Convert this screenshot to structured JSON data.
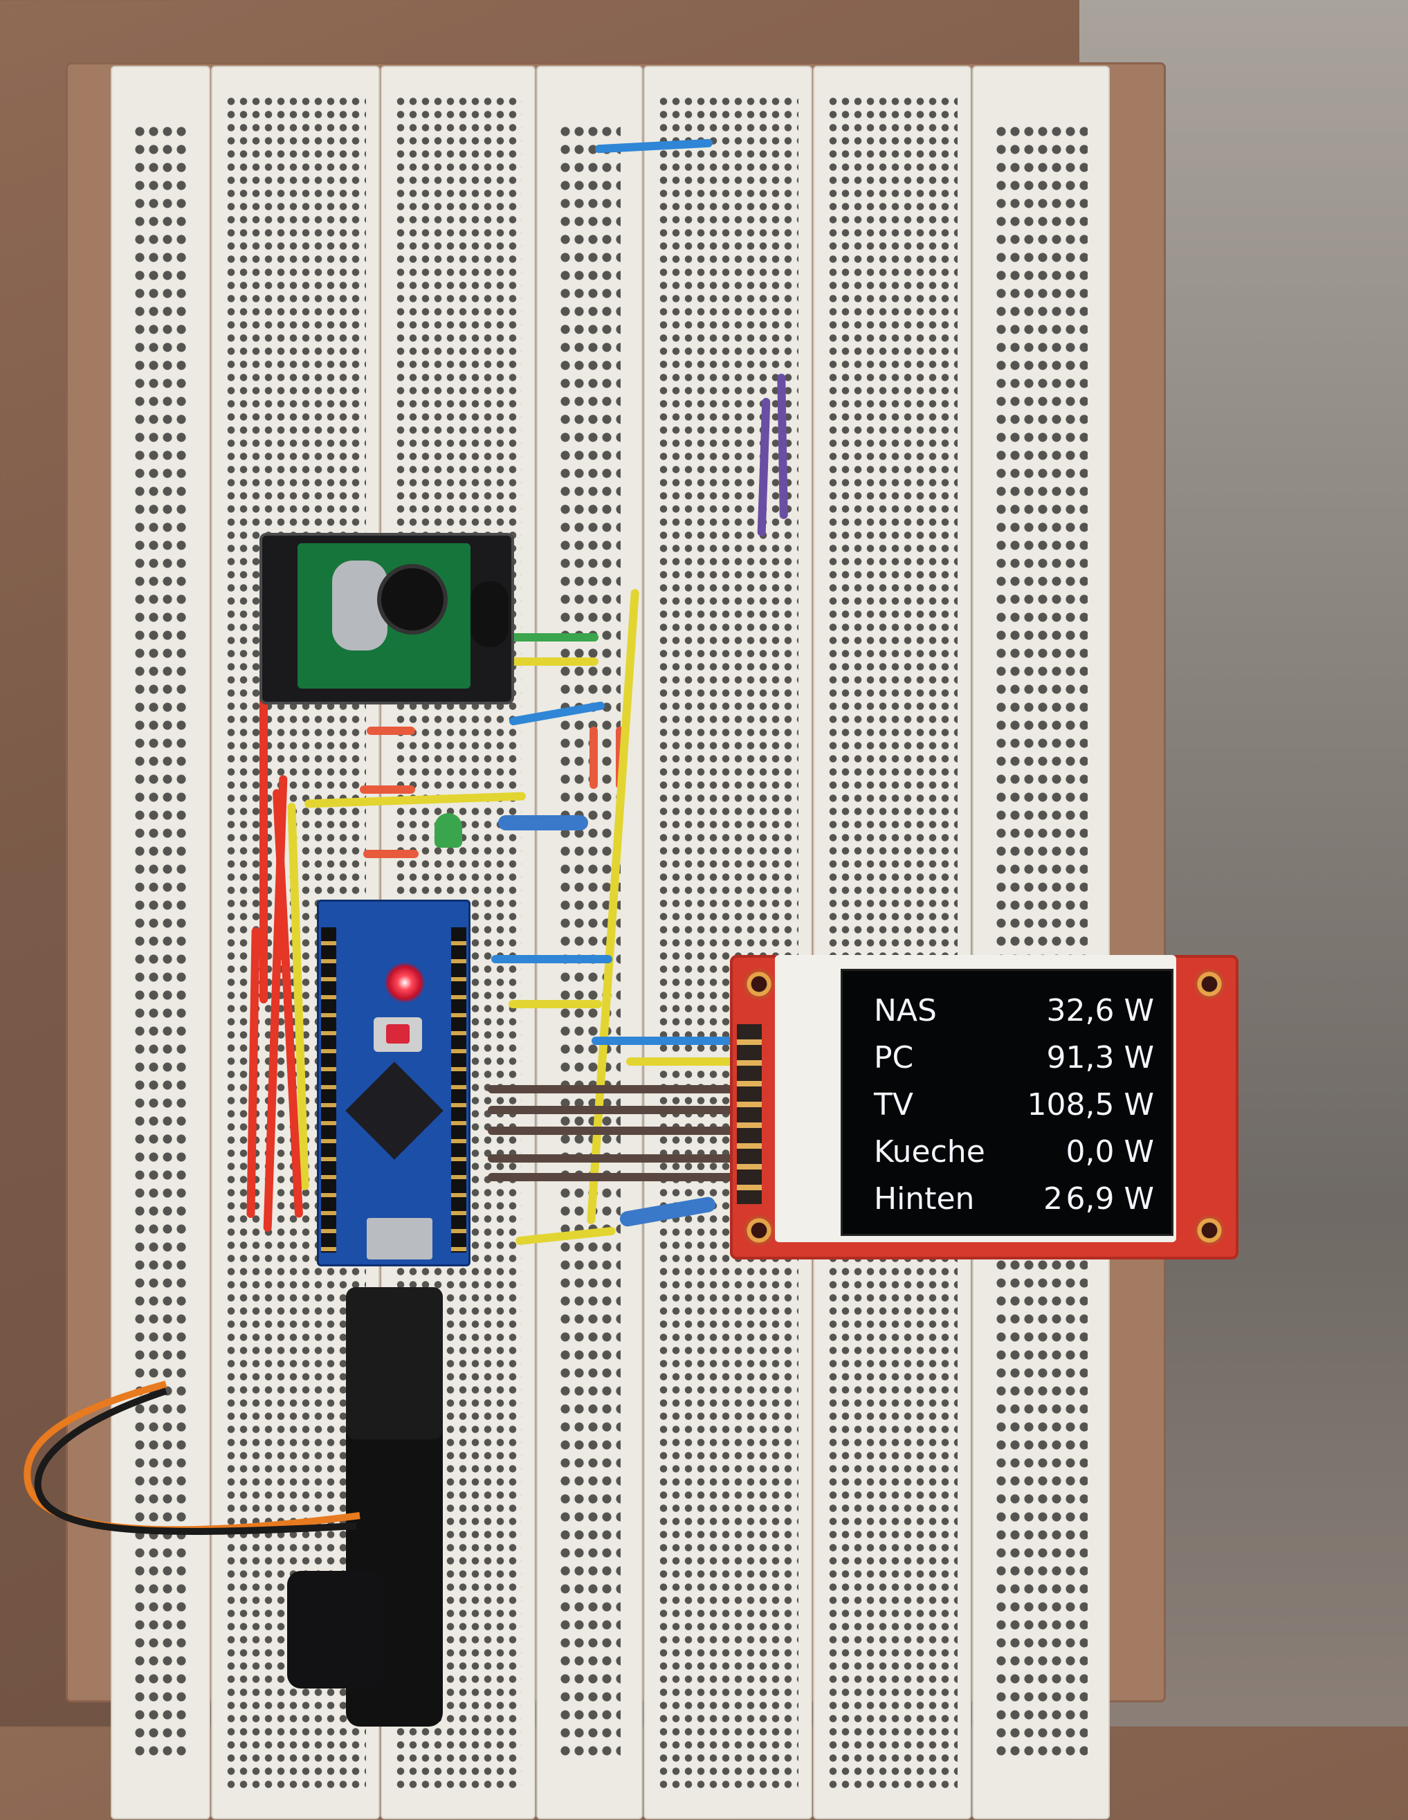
{
  "lcd": {
    "rows": [
      {
        "label": "NAS",
        "index": "",
        "value": "32,6 W"
      },
      {
        "label": "PC",
        "index": "",
        "value": "91,3 W"
      },
      {
        "label": "TV",
        "index": "",
        "value": "108,5 W"
      },
      {
        "label": "Kueche",
        "index": "",
        "value": "0,0 W"
      },
      {
        "label": "Hinten",
        "index": "2",
        "value": "6,9 W"
      }
    ]
  },
  "colors": {
    "lcd_background": "#050608",
    "lcd_text": "#f4f6ff",
    "breadboard": "#eceae3",
    "display_pcb": "#d63a2d",
    "arduino_pcb": "#1c4fa8",
    "wire_yellow": "#e3d531",
    "wire_blue": "#2f86d6",
    "wire_red": "#e53626",
    "wire_brown": "#5a4640",
    "wire_purple": "#6a4ea3"
  }
}
